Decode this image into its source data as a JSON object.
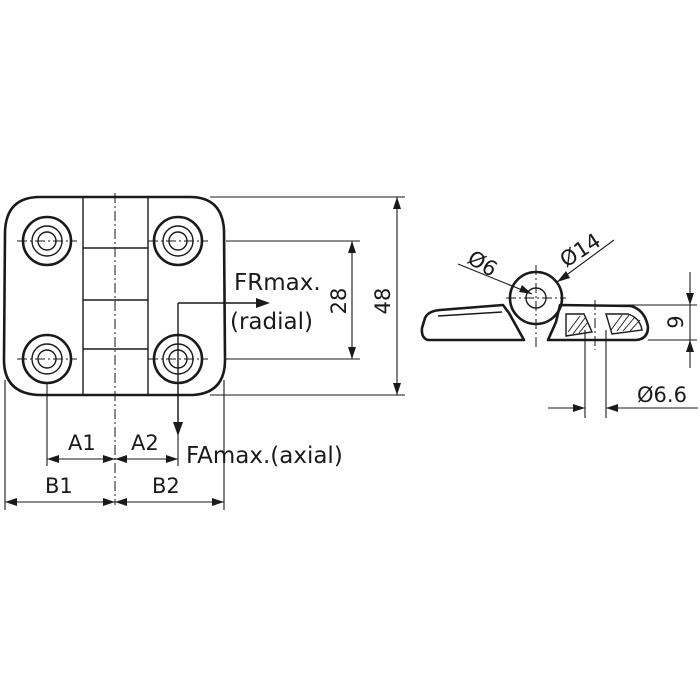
{
  "drawing": {
    "front_view": {
      "labels": {
        "a1": "A1",
        "a2": "A2",
        "b1": "B1",
        "b2": "B2",
        "dim_28": "28",
        "dim_48": "48"
      },
      "forces": {
        "radial_name": "FRmax.",
        "radial_note": "(radial)",
        "axial": "FAmax.(axial)"
      }
    },
    "side_view": {
      "labels": {
        "pin_dia": "Ø6",
        "knuckle_dia": "Ø14",
        "thickness": "9",
        "hole_dia": "Ø6.6"
      }
    }
  },
  "colors": {
    "line": "#1a1a1a",
    "background": "#ffffff"
  }
}
